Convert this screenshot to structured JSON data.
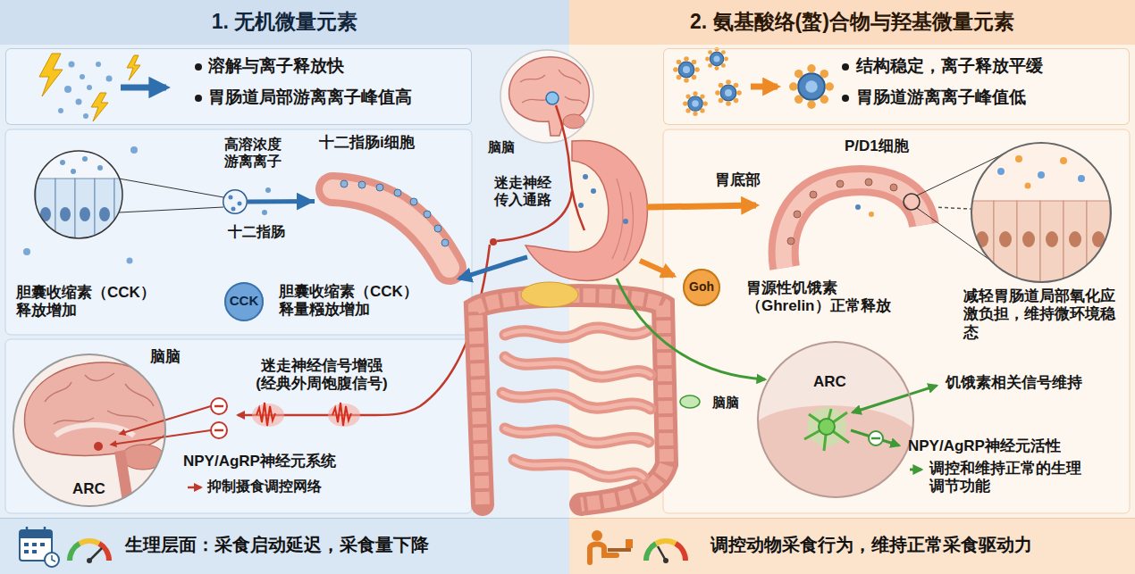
{
  "diagram": {
    "nodes": [
      {
        "text": [
          "1. 无机微量元素"
        ]
      },
      {
        "text": [
          "2. 氨基酸络(螯)合物与羟基微量元素"
        ]
      },
      {
        "text": [
          "溶解与离子释放快",
          "胃肠道局部游离离子峰值高"
        ],
        "in": 0
      },
      {
        "text": [
          "结构稳定，离子释放平缓",
          "胃肠道游离离子峰值低"
        ],
        "in": 1
      },
      {
        "text": [
          "高溶浓度 游离离子",
          "十二指肠"
        ],
        "in": 0
      },
      {
        "text": [
          "十二指肠i细胞"
        ],
        "in": 0
      },
      {
        "text": [
          "CCK",
          "胆囊收缩素（CCK） 释量糨放增加"
        ],
        "in": 0
      },
      {
        "text": [
          "脑脑",
          "ARC"
        ],
        "in": 0
      },
      {
        "text": [
          "生理层面：采食启动延迟，采食量下降"
        ],
        "in": 0
      },
      {
        "text": [
          "P/D1细胞"
        ],
        "in": 1
      },
      {
        "text": [
          "减轻胃肠道局部氧化应激负担，维持微环境稳态"
        ],
        "in": 1
      },
      {
        "text": [
          "Goh",
          "胃源性饥饿素（Ghrelin）正常释放"
        ],
        "in": 1
      },
      {
        "text": [
          "ARC"
        ],
        "in": 1
      },
      {
        "text": [
          "调控动物采食行为，维持正常采食驱动力"
        ],
        "in": 1
      }
    ],
    "edges": [
      {
        "from": 4,
        "to": 5,
        "arrow": "to"
      },
      {
        "from": 9,
        "to": 10,
        "arrow": "none"
      }
    ],
    "labels": [
      "脑脑",
      "迷走神经 传入通路",
      "胆囊收缩素（CCK） 释放增加",
      "迷走神经信号增强 (经典外周饱腹信号)",
      "NPY/AgRP神经元系统",
      "抑制摄食调控网络",
      "胃底部",
      "脑脑",
      "饥饿素相关信号维持",
      "NPY/AgRP神经元活性",
      "调控和维持正常的生理调节功能"
    ]
  }
}
